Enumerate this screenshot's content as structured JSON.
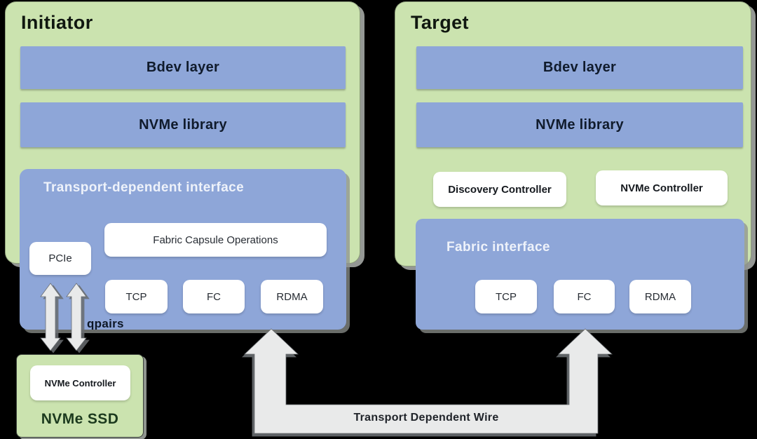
{
  "colors": {
    "background": "#000000",
    "box_green": "#cbe3af",
    "box_blue": "#8ea6d8",
    "white": "#ffffff",
    "arrow_gray": "#e9eaea",
    "title_text": "#101710",
    "layer_text": "#101b2c",
    "panel_title_text": "#eef2fa",
    "wire_text": "#20242a",
    "ssd_text": "#1c3a1e"
  },
  "initiator": {
    "title": "Initiator",
    "layers": [
      "Bdev layer",
      "NVMe library"
    ],
    "transport": {
      "title": "Transport-dependent interface",
      "fabric_capsule": "Fabric Capsule Operations",
      "pcie": "PCIe",
      "transports": [
        "TCP",
        "FC",
        "RDMA"
      ]
    },
    "qpairs_label": "qpairs"
  },
  "target": {
    "title": "Target",
    "layers": [
      "Bdev layer",
      "NVMe library"
    ],
    "controllers": [
      "Discovery Controller",
      "NVMe Controller"
    ],
    "fabric": {
      "title": "Fabric interface",
      "transports": [
        "TCP",
        "FC",
        "RDMA"
      ]
    }
  },
  "ssd": {
    "controller": "NVMe Controller",
    "label": "NVMe SSD"
  },
  "wire": {
    "label": "Transport Dependent Wire"
  }
}
